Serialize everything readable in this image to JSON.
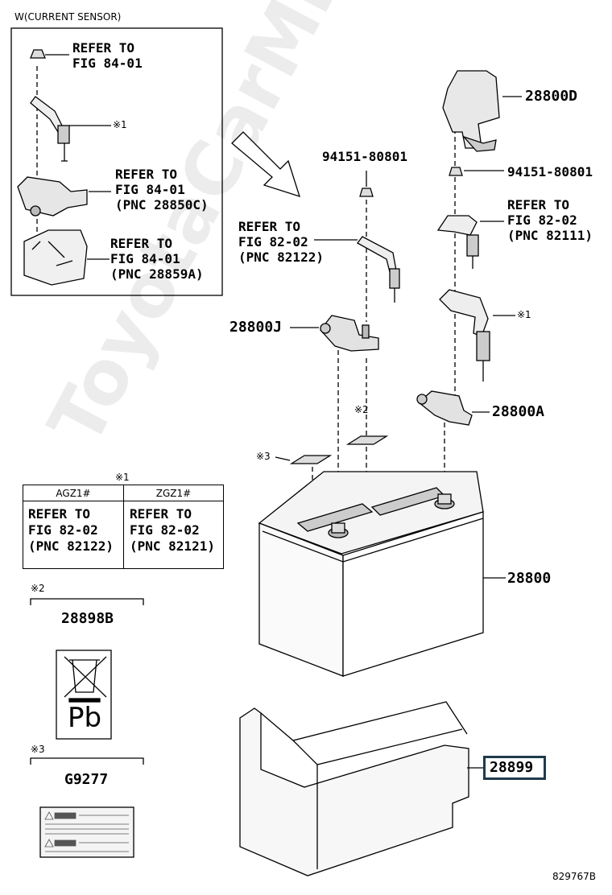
{
  "inset": {
    "title": "W(CURRENT SENSOR)",
    "ref_top": "REFER TO\nFIG 84-01",
    "mark_1": "※1",
    "ref_mid": "REFER TO\nFIG 84-01\n(PNC 28850C)",
    "ref_bot": "REFER TO\nFIG 84-01\n(PNC 28859A)"
  },
  "labels": {
    "p28800D": "28800D",
    "p94151_left": "94151-80801",
    "p94151_right": "94151-80801",
    "ref_82111": "REFER TO\nFIG 82-02\n(PNC 82111)",
    "ref_82122": "REFER TO\nFIG 82-02\n(PNC 82122)",
    "mark_1_right": "※1",
    "p28800J": "28800J",
    "p28800A": "28800A",
    "mark_2_top": "※2",
    "mark_3_top": "※3",
    "p28800": "28800",
    "p28899": "28899",
    "diagram_id": "829767B",
    "watermark": "ToyotaCarMine.ru"
  },
  "table": {
    "mark": "※1",
    "col1_header": "AGZ1#",
    "col2_header": "ZGZ1#",
    "col1_text": "REFER TO\nFIG 82-02\n(PNC 82122)",
    "col2_text": "REFER TO\nFIG 82-02\n(PNC 82121)"
  },
  "label_blocks": {
    "mark_2": "※2",
    "part_28898B": "28898B",
    "pb_text": "Pb",
    "mark_3": "※3",
    "part_G9277": "G9277"
  }
}
